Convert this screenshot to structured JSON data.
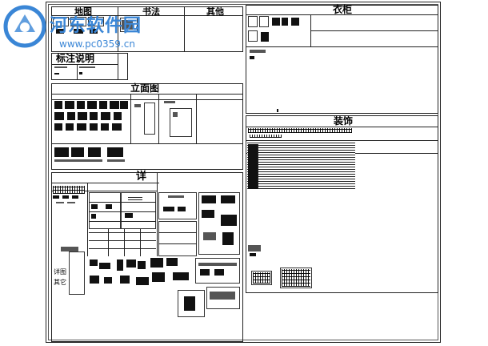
{
  "watermark": {
    "site_name": "河东软件园",
    "url": "www.pc0359.cn"
  },
  "sections": {
    "map": "地图",
    "calligraphy": "书法",
    "others": "其他",
    "wardrobe": "衣柜",
    "annotation": "标注说明",
    "elevation": "立面图",
    "decoration": "装饰",
    "detail": "详",
    "misc_a": "详图",
    "misc_b": "其它"
  },
  "colors": {
    "line": "#222222",
    "watermark": "#3a86d6",
    "background": "#ffffff"
  }
}
